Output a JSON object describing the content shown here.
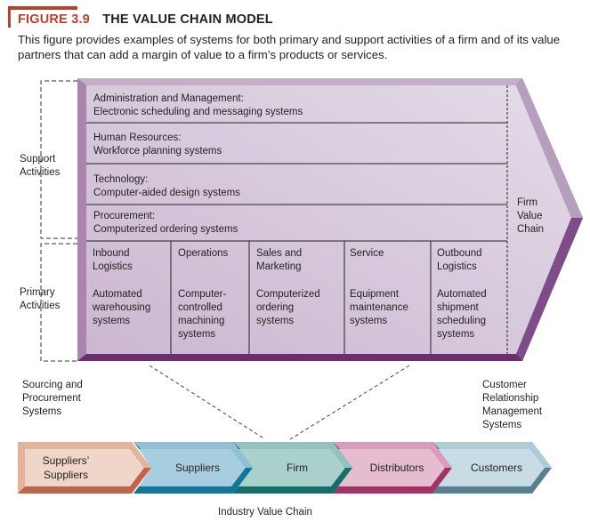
{
  "figure": {
    "number": "FIGURE 3.9",
    "title": "THE VALUE CHAIN MODEL",
    "caption": "This figure provides examples of systems for both primary and support activities of a firm and of its value partners that can add a margin of value to a firm’s products or services."
  },
  "side_labels": {
    "support": [
      "Support",
      "Activities"
    ],
    "primary": [
      "Primary",
      "Activities"
    ]
  },
  "firm_value_chain_label": [
    "Firm",
    "Value",
    "Chain"
  ],
  "support_activities": [
    {
      "title": "Administration and Management:",
      "system": "Electronic scheduling and messaging systems"
    },
    {
      "title": "Human Resources:",
      "system": "Workforce planning systems"
    },
    {
      "title": "Technology:",
      "system": "Computer-aided design systems"
    },
    {
      "title": "Procurement:",
      "system": "Computerized ordering systems"
    }
  ],
  "primary_activities": [
    {
      "title": [
        "Inbound",
        "Logistics"
      ],
      "system": [
        "Automated",
        "warehousing",
        "systems"
      ]
    },
    {
      "title": [
        "Operations"
      ],
      "system": [
        "Computer-",
        "controlled",
        "machining",
        "systems"
      ]
    },
    {
      "title": [
        "Sales and",
        "Marketing"
      ],
      "system": [
        "Computerized",
        "ordering",
        "systems"
      ]
    },
    {
      "title": [
        "Service"
      ],
      "system": [
        "Equipment",
        "maintenance",
        "systems"
      ]
    },
    {
      "title": [
        "Outbound",
        "Logistics"
      ],
      "system": [
        "Automated",
        "shipment",
        "scheduling",
        "systems"
      ]
    }
  ],
  "partner_systems": {
    "left": [
      "Sourcing and",
      "Procurement",
      "Systems"
    ],
    "right": [
      "Customer",
      "Relationship",
      "Management",
      "Systems"
    ]
  },
  "industry_chain": {
    "label": "Industry Value Chain",
    "stages": [
      {
        "name": [
          "Suppliers’",
          "Suppliers"
        ],
        "face": "#efd6c8",
        "light": "#e2b49c",
        "dark": "#c0654a"
      },
      {
        "name": [
          "Suppliers"
        ],
        "face": "#a9cde0",
        "light": "#90bfd6",
        "dark": "#127899"
      },
      {
        "name": [
          "Firm"
        ],
        "face": "#aad0cc",
        "light": "#94c3be",
        "dark": "#126f69"
      },
      {
        "name": [
          "Distributors"
        ],
        "face": "#e6bcd0",
        "light": "#d99cba",
        "dark": "#a33364"
      },
      {
        "name": [
          "Customers"
        ],
        "face": "#c7dce4",
        "light": "#aecbd6",
        "dark": "#587f92"
      }
    ]
  },
  "colors": {
    "accent": "#b8412c",
    "value_chain_face": "#d4c4da",
    "value_chain_light": "#b9a0c3",
    "value_chain_dark": "#6b2f6b"
  }
}
